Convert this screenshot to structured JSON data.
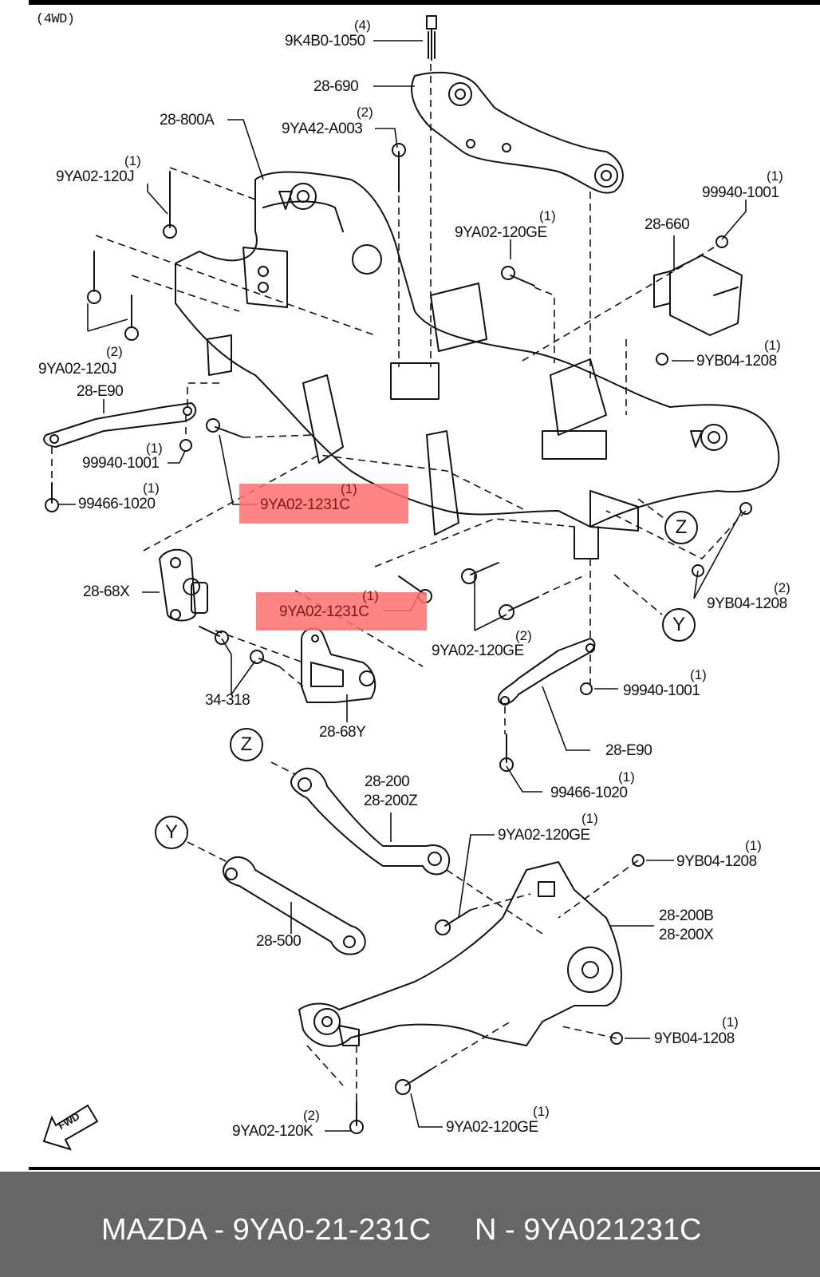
{
  "diagram": {
    "variant_label": "(4WD)",
    "fwd_label": "FWD",
    "highlight_color": "#ff6e6e",
    "callouts": [
      {
        "id": "c1",
        "part": "9K4B0-1050",
        "qty": "(4)"
      },
      {
        "id": "c2",
        "part": "28-690",
        "qty": ""
      },
      {
        "id": "c3",
        "part": "28-800A",
        "qty": ""
      },
      {
        "id": "c4",
        "part": "9YA42-A003",
        "qty": "(2)"
      },
      {
        "id": "c5",
        "part": "9YA02-120J",
        "qty": "(1)"
      },
      {
        "id": "c6",
        "part": "99940-1001",
        "qty": "(1)"
      },
      {
        "id": "c7",
        "part": "9YA02-120GE",
        "qty": "(1)"
      },
      {
        "id": "c8",
        "part": "28-660",
        "qty": ""
      },
      {
        "id": "c9",
        "part": "9YA02-120J",
        "qty": "(2)"
      },
      {
        "id": "c10",
        "part": "9YB04-1208",
        "qty": "(1)"
      },
      {
        "id": "c11",
        "part": "28-E90",
        "qty": ""
      },
      {
        "id": "c12",
        "part": "99940-1001",
        "qty": "(1)"
      },
      {
        "id": "c13",
        "part": "99466-1020",
        "qty": "(1)"
      },
      {
        "id": "c14",
        "part": "9YA02-1231C",
        "qty": "(1)",
        "highlighted": true
      },
      {
        "id": "c15",
        "part": "28-68X",
        "qty": ""
      },
      {
        "id": "c16",
        "part": "9YA02-1231C",
        "qty": "(1)",
        "highlighted": true
      },
      {
        "id": "c17",
        "part": "9YA02-120GE",
        "qty": "(2)"
      },
      {
        "id": "c18",
        "part": "9YB04-1208",
        "qty": "(2)"
      },
      {
        "id": "c19",
        "part": "34-318",
        "qty": ""
      },
      {
        "id": "c20",
        "part": "28-68Y",
        "qty": ""
      },
      {
        "id": "c21",
        "part": "99940-1001",
        "qty": "(1)"
      },
      {
        "id": "c22",
        "part": "28-E90",
        "qty": ""
      },
      {
        "id": "c23",
        "part": "99466-1020",
        "qty": "(1)"
      },
      {
        "id": "c24",
        "part": "28-200",
        "qty": ""
      },
      {
        "id": "c25",
        "part": "28-200Z",
        "qty": ""
      },
      {
        "id": "c26",
        "part": "9YA02-120GE",
        "qty": "(1)"
      },
      {
        "id": "c27",
        "part": "9YB04-1208",
        "qty": "(1)"
      },
      {
        "id": "c28",
        "part": "28-200B",
        "qty": ""
      },
      {
        "id": "c29",
        "part": "28-200X",
        "qty": ""
      },
      {
        "id": "c30",
        "part": "28-500",
        "qty": ""
      },
      {
        "id": "c31",
        "part": "9YB04-1208",
        "qty": "(1)"
      },
      {
        "id": "c32",
        "part": "9YA02-120K",
        "qty": "(2)"
      },
      {
        "id": "c33",
        "part": "9YA02-120GE",
        "qty": "(1)"
      }
    ],
    "reference_markers": [
      "Z",
      "Y",
      "Z",
      "Y"
    ]
  },
  "footer": {
    "brand_part": "MAZDA - 9YA0-21-231C",
    "normalized_part": "N - 9YA021231C"
  }
}
